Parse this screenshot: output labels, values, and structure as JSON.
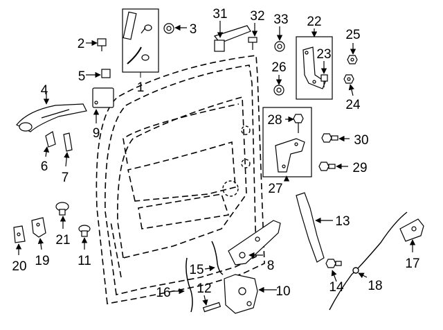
{
  "diagram": {
    "labels": {
      "n1": "1",
      "n2": "2",
      "n3": "3",
      "n4": "4",
      "n5": "5",
      "n6": "6",
      "n7": "7",
      "n8": "8",
      "n9": "9",
      "n10": "10",
      "n11": "11",
      "n12": "12",
      "n13": "13",
      "n14": "14",
      "n15": "15",
      "n16": "16",
      "n17": "17",
      "n18": "18",
      "n19": "19",
      "n20": "20",
      "n21": "21",
      "n22": "22",
      "n23": "23",
      "n24": "24",
      "n25": "25",
      "n26": "26",
      "n27": "27",
      "n28": "28",
      "n29": "29",
      "n30": "30",
      "n31": "31",
      "n32": "32",
      "n33": "33"
    }
  }
}
